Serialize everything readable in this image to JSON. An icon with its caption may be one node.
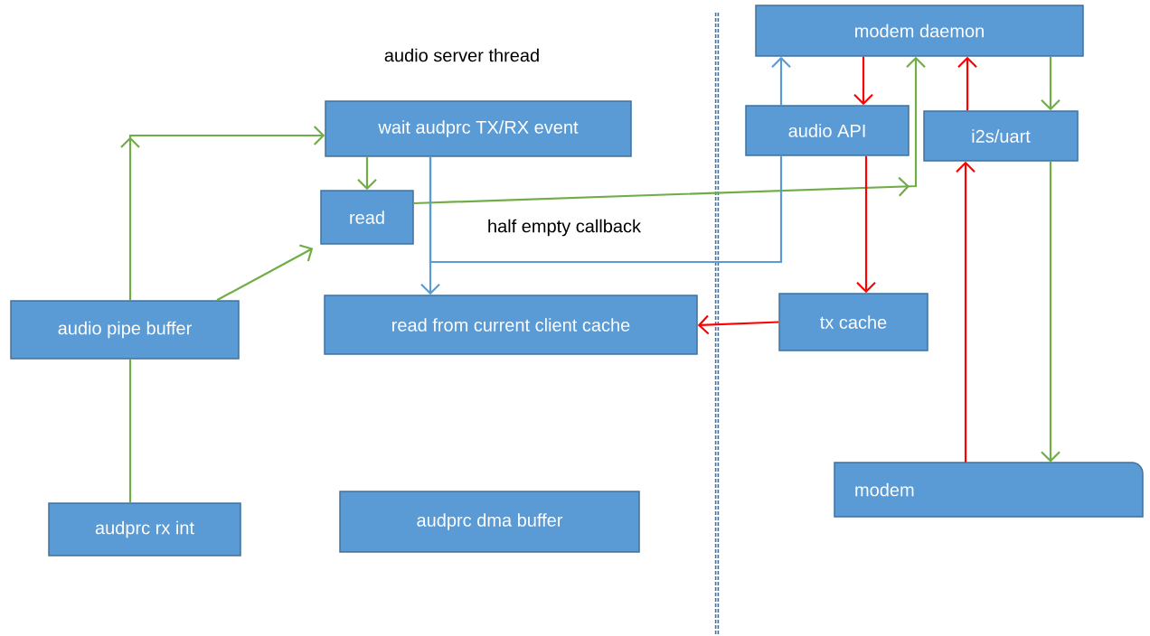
{
  "diagram": {
    "nodes": [
      {
        "text": [
          "audio pipe buffer"
        ]
      },
      {
        "text": [
          "audprc rx int"
        ]
      },
      {
        "text": [
          "wait audprc TX/RX event"
        ]
      },
      {
        "text": [
          "read"
        ]
      },
      {
        "text": [
          "read from current client cache"
        ]
      },
      {
        "text": [
          "audprc dma buffer"
        ]
      },
      {
        "text": [
          "modem daemon"
        ]
      },
      {
        "text": [
          "audio API"
        ]
      },
      {
        "text": [
          "i2s/uart"
        ]
      },
      {
        "text": [
          "tx cache"
        ]
      },
      {
        "text": [
          "modem"
        ]
      }
    ],
    "edges": [
      {
        "from": 1,
        "to": 0,
        "arrow": "none"
      },
      {
        "from": 0,
        "to": 2,
        "arrow": "to"
      },
      {
        "from": 0,
        "to": 3,
        "arrow": "to"
      },
      {
        "from": 2,
        "to": 3,
        "arrow": "to"
      },
      {
        "from": 3,
        "to": 6,
        "arrow": "to"
      },
      {
        "from": 6,
        "to": 8,
        "arrow": "to"
      },
      {
        "from": 8,
        "to": 10,
        "arrow": "to"
      },
      {
        "from": 2,
        "to": 4,
        "arrow": "to",
        "color": "#5b9bd5"
      },
      {
        "from": 2,
        "to": 7,
        "arrow": "none",
        "color": "#5b9bd5",
        "label": "half empty callback"
      },
      {
        "from": 7,
        "to": 6,
        "arrow": "to",
        "color": "#5b9bd5"
      },
      {
        "from": 6,
        "to": 7,
        "arrow": "to",
        "color": "#ff0000"
      },
      {
        "from": 8,
        "to": 6,
        "arrow": "to",
        "color": "#ff0000"
      },
      {
        "from": 7,
        "to": 9,
        "arrow": "to",
        "color": "#ff0000"
      },
      {
        "from": 9,
        "to": 4,
        "arrow": "to",
        "color": "#ff0000"
      },
      {
        "from": 10,
        "to": 8,
        "arrow": "to",
        "color": "#ff0000"
      }
    ],
    "labels": [
      "audio server thread"
    ]
  }
}
